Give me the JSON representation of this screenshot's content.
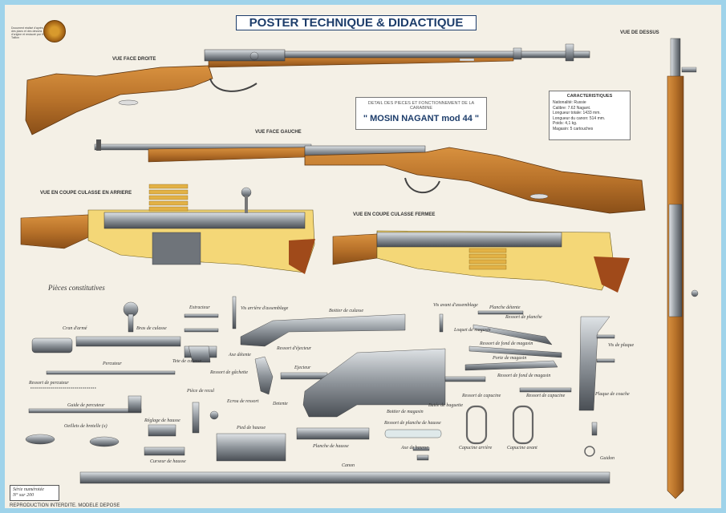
{
  "header": {
    "title": "POSTER TECHNIQUE & DIDACTIQUE"
  },
  "logo": {
    "small_text": "Document réalisé d'après des plans et des dessins d'origine et restauré par H. Taillon"
  },
  "views": {
    "right": "VUE FACE DROITE",
    "left": "VUE FACE GAUCHE",
    "top": "VUE DE DESSUS",
    "cut_open": "VUE EN COUPE CULASSE EN ARRIERE",
    "cut_closed": "VUE EN COUPE CULASSE FERMEE"
  },
  "detail": {
    "subtitle": "DETAIL DES PIECES ET FONCTIONNEMENT DE LA CARABINE",
    "name": "\" MOSIN NAGANT mod 44 \""
  },
  "specs": {
    "heading": "CARACTERISTIQUES",
    "rows": [
      "Nationalité: Russie",
      "Calibre:  7.62 Nagant.",
      "Longueur totale: 1433 mm.",
      "Longueur du canon: 514 mm.",
      "Poids:    4,1 kg.",
      "Magasin: 5 cartouches"
    ]
  },
  "parts_heading": "Pièces constitutives",
  "parts": {
    "cran_arme": "Cran d'armé",
    "bras_culasse": "Bras de culasse",
    "extracteur": "Extracteur",
    "vis_arriere": "Vis arrière d'assemblage",
    "boitier": "Boitier de culasse",
    "vis_avant": "Vis avant d'assemblage",
    "planche_detente": "Planche détente",
    "ressort_planche": "Ressort de planche",
    "loquet_magasin": "Loquet de magasin",
    "ressort_fond": "Ressort de fond de magasin",
    "vis_plaque": "Vis de plaque",
    "percuteur": "Percuteur",
    "tete_culasse": "Tete de culasse",
    "axe_detente": "Axe détente",
    "ressort_ejecteur": "Ressort d'éjecteur",
    "ejecteur": "Ejecteur",
    "porte_magasin": "Porte de magasin",
    "ressort_fond2": "Ressort de fond de magasin",
    "ressort_percuteur": "Ressort de percuteur",
    "ressort_gachette": "Ressort de gâchette",
    "piece_recul": "Pièce de recul",
    "ecrou_ressort": "Ecrou de ressort",
    "detente": "Detente",
    "butee_baguette": "Butée de baguette",
    "ressort_capucine": "Ressort de capucine",
    "ressort_capucine2": "Ressort de capucine",
    "plaque_couche": "Plaque de couche",
    "guide_percuteur": "Guide de percuteur",
    "reglage_hausse": "Réglage de hausse",
    "bottier_magasin": "Bottier de magasin",
    "oeillets": "Oeillets de bretelle (x)",
    "pied_hausse": "Pied de hausse",
    "ressort_planche_hausse": "Ressort de planche de hausse",
    "planche_hausse": "Planche de hausse",
    "axe_hausse": "Axe de hausse",
    "capucine_arriere": "Capucine arrière",
    "capucine_avant": "Capucine avant",
    "curseur_hausse": "Curseur de hausse",
    "guidon": "Guidon",
    "canon": "Canon"
  },
  "serie": {
    "line1": "Série numérotée",
    "line2": "N°      sur 200"
  },
  "footer": "REPRODUCTION INTERDITE. MODELE DEPOSE",
  "colors": {
    "border": "#9fd3ea",
    "title": "#1d3d6b",
    "wood": "#b8722a",
    "steel": "#8e949a",
    "cutaway": "#f4d777"
  }
}
